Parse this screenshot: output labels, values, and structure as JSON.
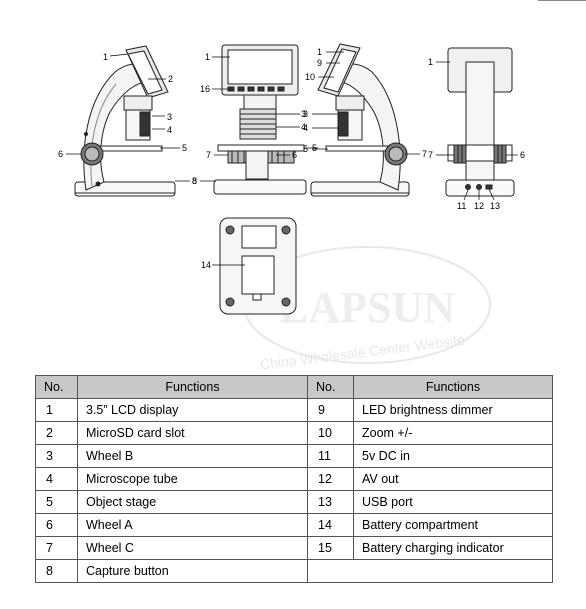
{
  "diagram": {
    "callouts": {
      "v1": [
        "1",
        "2",
        "3",
        "4",
        "5",
        "6",
        "8"
      ],
      "v2": [
        "1",
        "16",
        "3",
        "4",
        "7",
        "6",
        "5",
        "8"
      ],
      "v3": [
        "1",
        "9",
        "10",
        "3",
        "4",
        "5",
        "7"
      ],
      "v4": [
        "1",
        "7",
        "6",
        "11",
        "12",
        "13"
      ],
      "bottom": [
        "14"
      ]
    },
    "watermark": {
      "brand": "LAPSUN",
      "tagline": "China Wholesale Center Website"
    }
  },
  "table": {
    "headers": [
      "No.",
      "Functions",
      "No.",
      "Functions"
    ],
    "rows": [
      {
        "n1": "1",
        "f1": "3.5” LCD display",
        "n2": "9",
        "f2": "LED brightness dimmer"
      },
      {
        "n1": "2",
        "f1": "MicroSD card slot",
        "n2": "10",
        "f2": "Zoom +/-"
      },
      {
        "n1": "3",
        "f1": "Wheel B",
        "n2": "11",
        "f2": "5v DC in"
      },
      {
        "n1": "4",
        "f1": "Microscope tube",
        "n2": "12",
        "f2": "AV out"
      },
      {
        "n1": "5",
        "f1": "Object stage",
        "n2": "13",
        "f2": "USB port"
      },
      {
        "n1": "6",
        "f1": "Wheel A",
        "n2": "14",
        "f2": "Battery compartment"
      },
      {
        "n1": "7",
        "f1": "Wheel C",
        "n2": "15",
        "f2": "Battery charging indicator"
      },
      {
        "n1": "8",
        "f1": "Capture button",
        "n2": "",
        "f2": ""
      }
    ]
  }
}
